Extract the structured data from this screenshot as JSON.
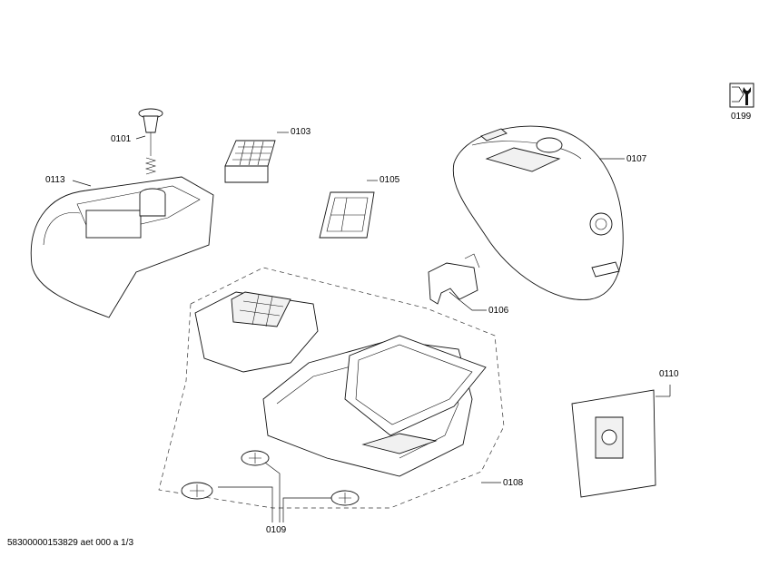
{
  "diagram": {
    "labels": {
      "p0101": "0101",
      "p0103": "0103",
      "p0105": "0105",
      "p0106": "0106",
      "p0107": "0107",
      "p0108": "0108",
      "p0109": "0109",
      "p0110": "0110",
      "p0113": "0113",
      "p0199": "0199"
    },
    "footer": "58300000153829 aet 000 a 1/3",
    "icons": {
      "service": "wrench-nut-icon"
    }
  }
}
